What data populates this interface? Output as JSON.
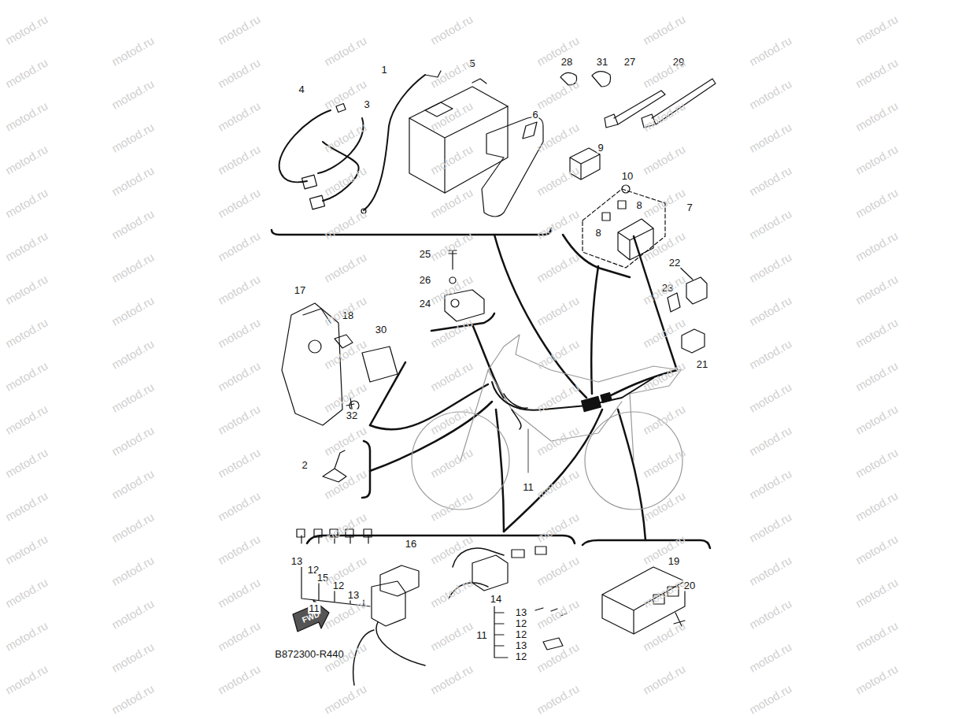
{
  "diagram": {
    "labels": [
      "4",
      "1",
      "5",
      "3",
      "6",
      "28",
      "31",
      "27",
      "29",
      "9",
      "10",
      "8",
      "7",
      "8",
      "25",
      "26",
      "24",
      "22",
      "23",
      "17",
      "18",
      "30",
      "21",
      "32",
      "2",
      "11",
      "16",
      "19",
      "20",
      "14",
      "13",
      "12",
      "15",
      "12",
      "13",
      "11",
      "13",
      "12",
      "12",
      "13",
      "12",
      "11",
      "FWD",
      "B872300-R440",
      "motod.ru",
      "motod.ru",
      "motod.ru",
      "motod.ru",
      "motod.ru",
      "motod.ru",
      "motod.ru",
      "motod.ru",
      "motod.ru",
      "motod.ru",
      "motod.ru",
      "motod.ru",
      "motod.ru",
      "motod.ru",
      "motod.ru",
      "motod.ru",
      "motod.ru",
      "motod.ru",
      "motod.ru",
      "motod.ru",
      "motod.ru",
      "motod.ru",
      "motod.ru",
      "motod.ru",
      "motod.ru",
      "motod.ru",
      "motod.ru",
      "motod.ru",
      "motod.ru",
      "motod.ru",
      "motod.ru",
      "motod.ru",
      "motod.ru",
      "motod.ru",
      "motod.ru",
      "motod.ru",
      "motod.ru",
      "motod.ru",
      "motod.ru",
      "motod.ru",
      "motod.ru",
      "motod.ru",
      "motod.ru",
      "motod.ru",
      "motod.ru",
      "motod.ru",
      "motod.ru",
      "motod.ru",
      "motod.ru",
      "motod.ru",
      "motod.ru",
      "motod.ru",
      "motod.ru",
      "motod.ru",
      "motod.ru",
      "motod.ru",
      "motod.ru",
      "motod.ru",
      "motod.ru",
      "motod.ru",
      "motod.ru",
      "motod.ru",
      "motod.ru",
      "motod.ru",
      "motod.ru",
      "motod.ru",
      "motod.ru",
      "motod.ru",
      "motod.ru",
      "motod.ru",
      "motod.ru",
      "motod.ru",
      "motod.ru",
      "motod.ru",
      "motod.ru",
      "motod.ru",
      "motod.ru",
      "motod.ru",
      "motod.ru",
      "motod.ru",
      "motod.ru",
      "motod.ru",
      "motod.ru",
      "motod.ru",
      "motod.ru",
      "motod.ru",
      "motod.ru",
      "motod.ru",
      "motod.ru",
      "motod.ru",
      "motod.ru",
      "motod.ru",
      "motod.ru",
      "motod.ru",
      "motod.ru",
      "motod.ru",
      "motod.ru",
      "motod.ru",
      "motod.ru",
      "motod.ru",
      "motod.ru",
      "motod.ru",
      "motod.ru",
      "motod.ru",
      "motod.ru",
      "motod.ru",
      "motod.ru",
      "motod.ru",
      "motod.ru",
      "motod.ru",
      "motod.ru",
      "motod.ru",
      "motod.ru",
      "motod.ru",
      "motod.ru",
      "motod.ru",
      "motod.ru",
      "motod.ru",
      "motod.ru",
      "motod.ru",
      "motod.ru",
      "motod.ru",
      "motod.ru",
      "motod.ru",
      "motod.ru",
      "motod.ru",
      "motod.ru",
      "motod.ru",
      "motod.ru",
      "motod.ru",
      "motod.ru",
      "motod.ru",
      "motod.ru",
      "motod.ru",
      "motod.ru",
      "motod.ru",
      "motod.ru",
      "motod.ru",
      "motod.ru",
      "motod.ru",
      "motod.ru",
      "motod.ru",
      "motod.ru",
      "motod.ru"
    ]
  }
}
